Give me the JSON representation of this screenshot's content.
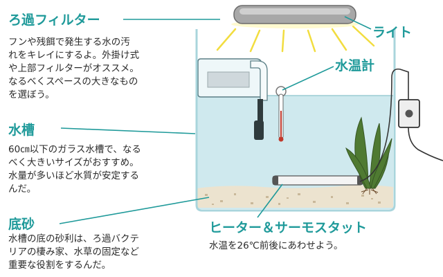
{
  "colors": {
    "accent": "#1f9a9a",
    "text": "#2a2a2a",
    "water": "#cfe9ee",
    "sand": "#ece3cf",
    "glass": "#a9d5dc",
    "plant": "#4f7a32",
    "light_ray": "#f2dd3f"
  },
  "filter": {
    "title": "ろ過フィルター",
    "lines": [
      "フンや残餌で発生する水の汚",
      "れをキレイにするよ。外掛け式",
      "や上部フィルターがオススメ。",
      "なるべくスペースの大きなもの",
      "を選ぼう。"
    ]
  },
  "tank": {
    "title": "水槽",
    "lines": [
      "60㎝以下のガラス水槽で、なる",
      "べく大きいサイズがおすすめ。",
      "水量が多いほど水質が安定する",
      "んだ。"
    ]
  },
  "sand": {
    "title": "底砂",
    "lines": [
      "水槽の底の砂利は、ろ過バクテ",
      "リアの棲み家、水草の固定など",
      "重要な役割をするんだ。"
    ]
  },
  "light": {
    "title": "ライト"
  },
  "thermometer": {
    "title": "水温計"
  },
  "heater": {
    "title": "ヒーター＆サーモスタット",
    "lines": [
      "水温を26℃前後にあわせよう。"
    ]
  }
}
